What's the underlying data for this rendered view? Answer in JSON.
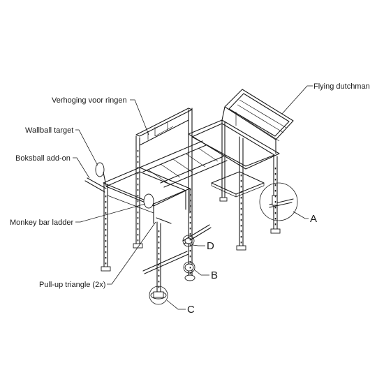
{
  "labels": {
    "flying_dutchman": "Flying dutchman",
    "verhoging": "Verhoging voor ringen",
    "wallball": "Wallball target",
    "boksball": "Boksball add-on",
    "monkey": "Monkey bar ladder",
    "pullup": "Pull-up triangle (2x)"
  },
  "callouts": {
    "a": "A",
    "b": "B",
    "c": "C",
    "d": "D"
  },
  "colors": {
    "line": "#1a1a1a",
    "background": "#ffffff"
  }
}
